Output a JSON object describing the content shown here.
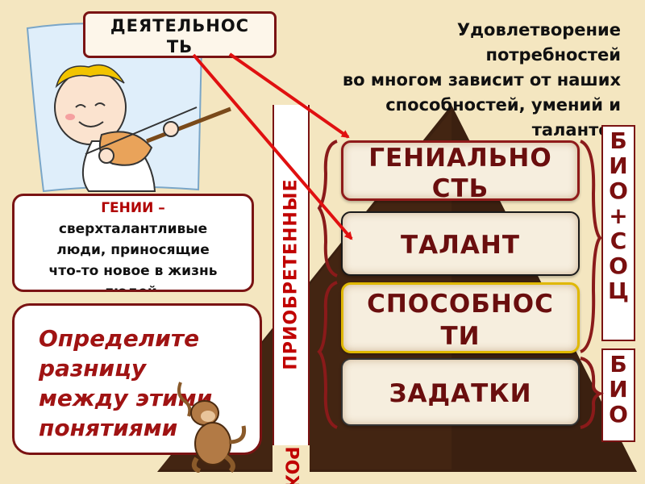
{
  "activity_box": {
    "line1": "ДЕЯТЕЛЬНОС",
    "line2": "ТЬ"
  },
  "intro": {
    "line1": "Удовлетворение",
    "line2": "потребностей",
    "line3": "во многом зависит от наших",
    "line4": "способностей, умений и",
    "line5": "талантов"
  },
  "definition": {
    "term": "ГЕНИИ –",
    "line1": "сверхталантливые",
    "line2": "люди, приносящие",
    "line3": "что-то новое в жизнь",
    "line4": "людей."
  },
  "task": {
    "line1": "Определите",
    "line2": "разницу",
    "line3": "между этими",
    "line4": "понятиями"
  },
  "vertical_labels": {
    "acquired": "ПРИОБРЕТЕННЫЕ",
    "inborn": "ВРОЖ"
  },
  "tiers": [
    {
      "line1": "ГЕНИАЛЬНО",
      "line2": "СТЬ"
    },
    {
      "line1": "ТАЛАНТ"
    },
    {
      "line1": "СПОСОБНОС",
      "line2": "ТИ"
    },
    {
      "line1": "ЗАДАТКИ"
    }
  ],
  "side_boxes": {
    "bio_soc": [
      "Б",
      "И",
      "О",
      "+",
      "С",
      "О",
      "Ц"
    ],
    "bio": [
      "Б",
      "И",
      "О"
    ]
  },
  "colors": {
    "background": "#f4e6c0",
    "pyramid": "#3b2010",
    "accent": "#7a1313",
    "arrow": "#e01010",
    "highlight": "#c00000"
  }
}
